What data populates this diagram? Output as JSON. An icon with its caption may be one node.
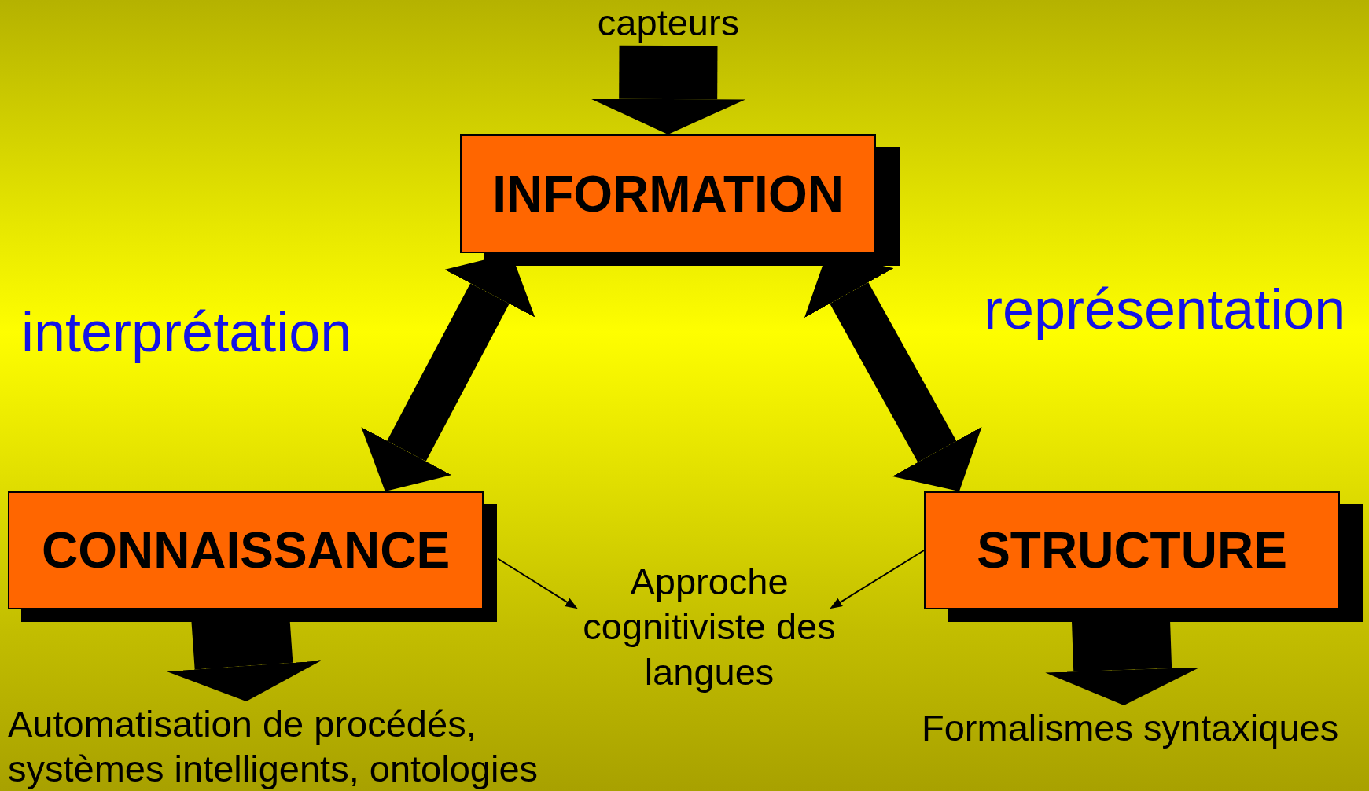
{
  "diagram": {
    "nodes": [
      {
        "text": [
          "capteurs"
        ]
      },
      {
        "text": [
          "INFORMATION"
        ]
      },
      {
        "text": [
          "CONNAISSANCE"
        ]
      },
      {
        "text": [
          "STRUCTURE"
        ]
      },
      {
        "text": [
          "Approche cognitiviste des langues"
        ]
      },
      {
        "text": [
          "Automatisation de procédés, systèmes intelligents, ontologies"
        ]
      },
      {
        "text": [
          "Formalismes syntaxiques"
        ]
      }
    ],
    "edges": [
      {
        "from": 0,
        "to": 1,
        "arrow": "to",
        "style": "thick"
      },
      {
        "from": 1,
        "to": 2,
        "arrow": "both"
      },
      {
        "from": 1,
        "to": 3,
        "arrow": "both"
      },
      {
        "from": 2,
        "to": 4,
        "arrow": "to"
      },
      {
        "from": 3,
        "to": 4,
        "arrow": "to"
      },
      {
        "from": 2,
        "to": 5,
        "arrow": "to",
        "style": "thick"
      },
      {
        "from": 3,
        "to": 6,
        "arrow": "to",
        "style": "thick"
      }
    ],
    "labels": [
      "interprétation",
      "représentation"
    ]
  }
}
